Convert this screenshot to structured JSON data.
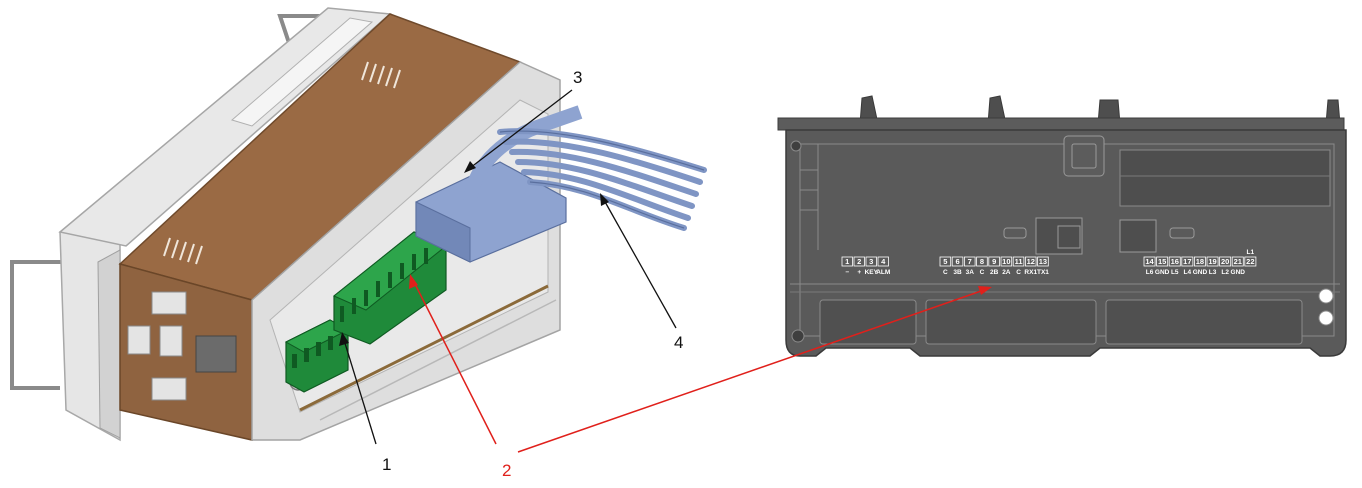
{
  "callouts": {
    "label_1": "1",
    "label_2": "2",
    "label_3": "3",
    "label_4": "4"
  },
  "terminal_block": {
    "group_a": {
      "numbers": [
        "1",
        "2",
        "3",
        "4"
      ],
      "signals": [
        "−",
        "+",
        "KEY",
        "ALM"
      ]
    },
    "group_b": {
      "numbers": [
        "5",
        "6",
        "7",
        "8",
        "9",
        "10",
        "11",
        "12",
        "13"
      ],
      "signals": [
        "C",
        "3B",
        "3A",
        "C",
        "2B",
        "2A",
        "C",
        "RX1",
        "TX1"
      ]
    },
    "group_c": {
      "top_label": "L1",
      "numbers": [
        "14",
        "15",
        "16",
        "17",
        "18",
        "19",
        "20",
        "21",
        "22"
      ],
      "signals": [
        "L6",
        "GND",
        "L5",
        "L4",
        "GND",
        "L3",
        "L2",
        "GND",
        ""
      ]
    }
  },
  "colors": {
    "housing_light": "#dcdcdc",
    "brown_cover": "#9a6a44",
    "connector_green": "#1f8a3a",
    "ribbon_blue": "#7f95c4",
    "panel_dark": "#5a5a5a",
    "leader_red": "#e0201b",
    "leader_black": "#111111"
  }
}
